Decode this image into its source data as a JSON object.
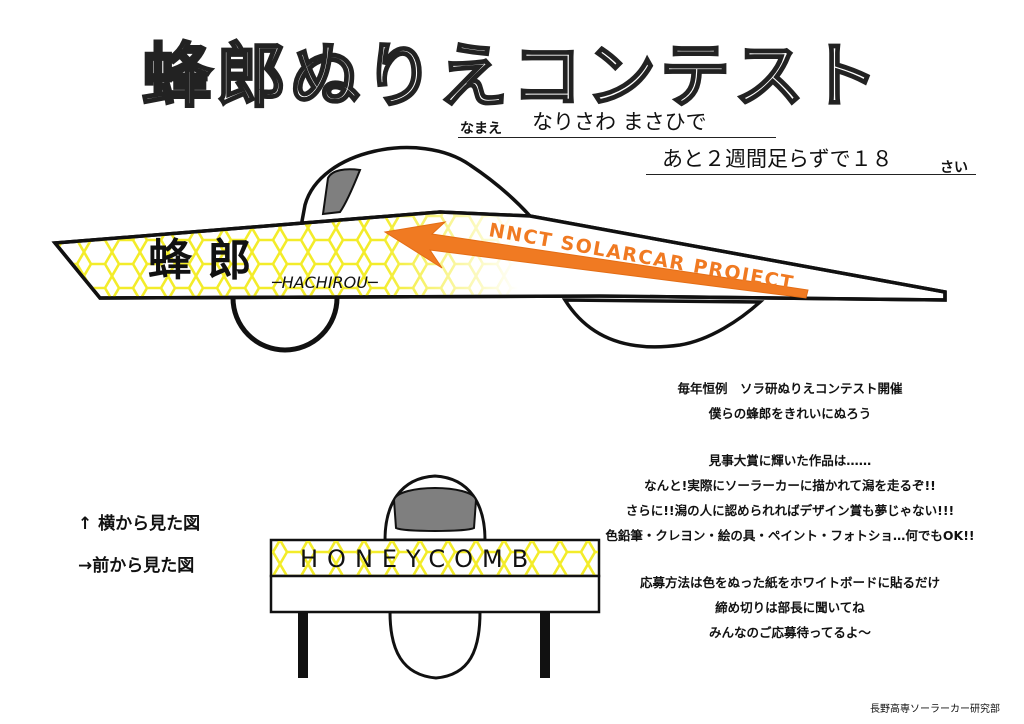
{
  "title": "蜂郎ぬりえコンテスト",
  "name_label": "なまえ",
  "name_value": "なりさわ まさひで",
  "age_value": "あと２週間足らずで１８",
  "age_label": "さい",
  "car": {
    "hull_kanji": "蜂 郎",
    "hull_romaji": "─HACHIROU─",
    "project_text": "NNCT SOLARCAR PROJECT",
    "front_text": "HONEYCOMB"
  },
  "legend": {
    "side": "↑ 横から見た図",
    "front": "→前から見た図"
  },
  "description": [
    "毎年恒例　ソラ研ぬりえコンテスト開催",
    "僕らの蜂郎をきれいにぬろう",
    "",
    "見事大賞に輝いた作品は……",
    "なんと!実際にソーラーカーに描かれて潟を走るぞ!!",
    "さらに!!潟の人に認められればデザイン賞も夢じゃない!!!",
    "色鉛筆・クレヨン・絵の具・ペイント・フォトショ…何でもOK!!",
    "",
    "応募方法は色をぬった紙をホワイトボードに貼るだけ",
    "締め切りは部長に聞いてね",
    "みんなのご応募待ってるよ～"
  ],
  "credit": "長野高専ソーラーカー研究部",
  "colors": {
    "honeycomb_yellow": "#f3ec2a",
    "arrow_orange": "#f07a22",
    "canopy_gray": "#7f7f7f"
  },
  "icons": [
    "hexagon-pattern",
    "orange-arrow"
  ]
}
